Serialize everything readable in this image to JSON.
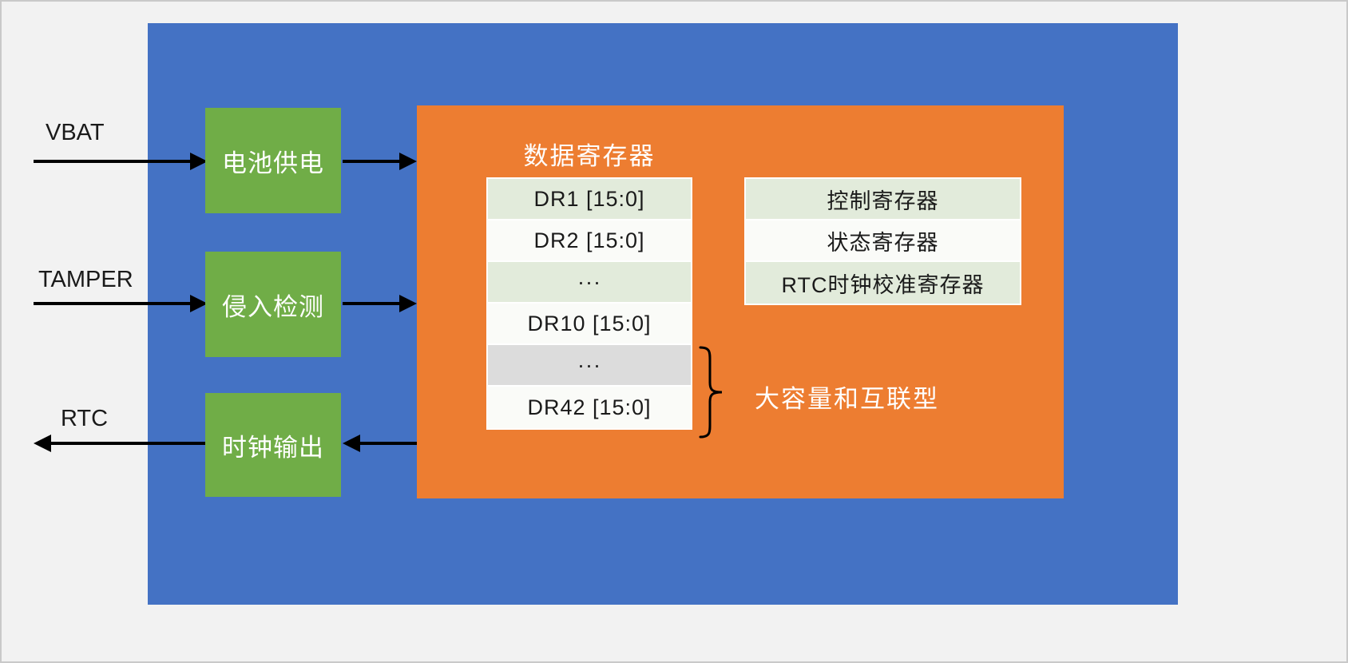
{
  "io": {
    "inputs": [
      {
        "label": "VBAT"
      },
      {
        "label": "TAMPER"
      }
    ],
    "output": {
      "label": "RTC"
    }
  },
  "blocks": {
    "battery": "电池供电",
    "tamper": "侵入检测",
    "clock_out": "时钟输出"
  },
  "core": {
    "title": "数据寄存器",
    "data_registers": [
      "DR1 [15:0]",
      "DR2 [15:0]",
      "···",
      "DR10 [15:0]",
      "···",
      "DR42 [15:0]"
    ],
    "control_registers": [
      "控制寄存器",
      "状态寄存器",
      "RTC时钟校准寄存器"
    ],
    "brace_label": "大容量和互联型"
  },
  "colors": {
    "page_bg": "#F2F2F2",
    "page_border": "#C9C9C9",
    "domain_blue": "#4472C4",
    "block_green": "#70AD47",
    "core_orange": "#ED7D31",
    "row_green": "#E2EBDB",
    "row_white": "#FAFBF8",
    "row_gray": "#DCDCDC",
    "table_border": "#FFFFFF",
    "arrow_black": "#000000"
  }
}
